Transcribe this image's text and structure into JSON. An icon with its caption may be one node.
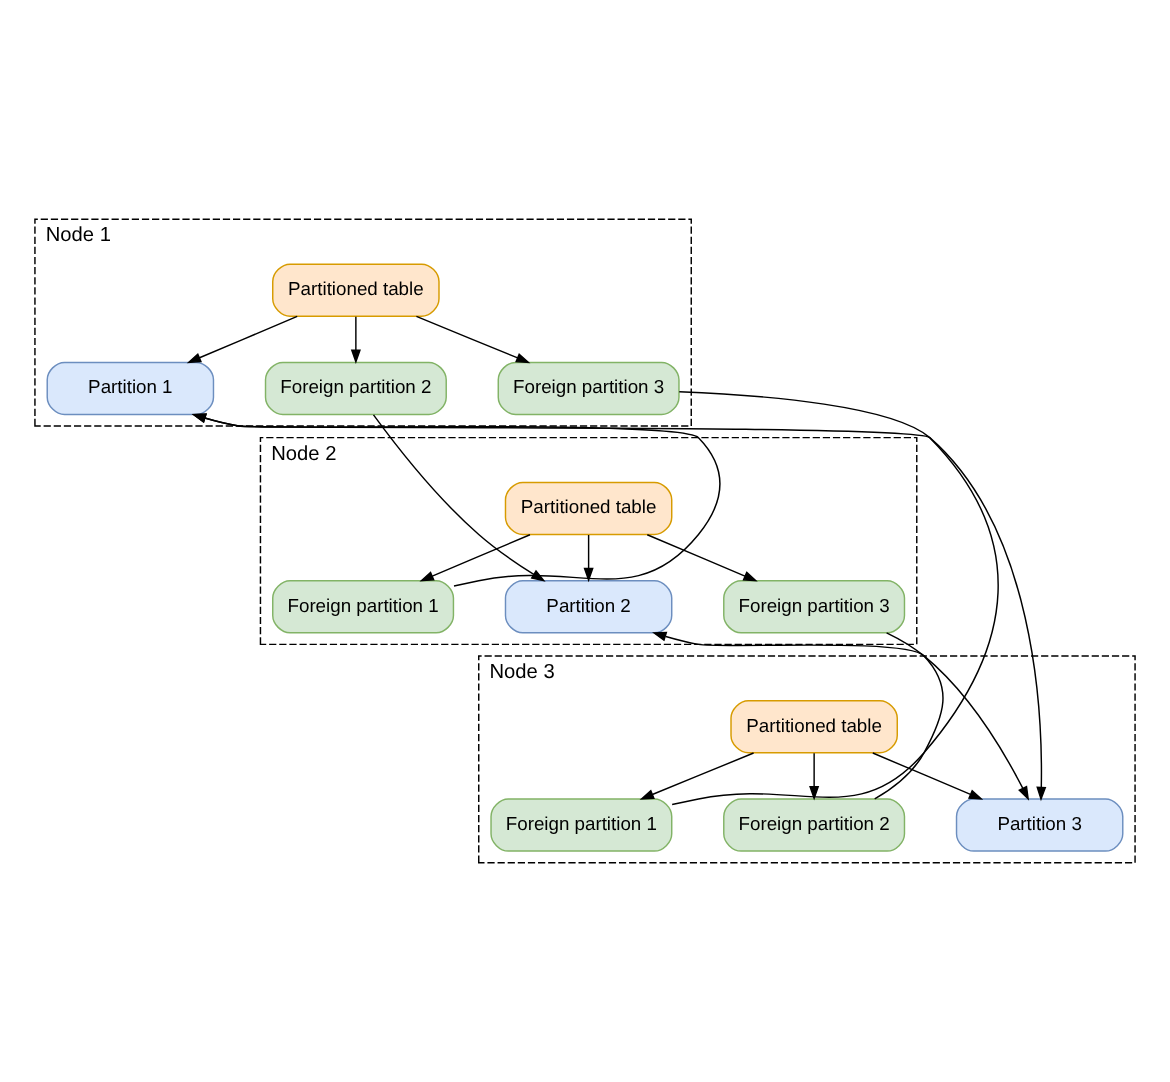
{
  "diagram": {
    "nodes": [
      {
        "text": [
          "Node 1"
        ]
      },
      {
        "text": [
          "Partitioned table"
        ],
        "in": 0
      },
      {
        "text": [
          "Partition 1"
        ],
        "in": 0
      },
      {
        "text": [
          "Foreign partition 2"
        ],
        "in": 0
      },
      {
        "text": [
          "Foreign partition 3"
        ],
        "in": 0
      },
      {
        "text": [
          "Node 2"
        ]
      },
      {
        "text": [
          "Partitioned table"
        ],
        "in": 5
      },
      {
        "text": [
          "Foreign partition 1"
        ],
        "in": 5
      },
      {
        "text": [
          "Partition 2"
        ],
        "in": 5
      },
      {
        "text": [
          "Foreign partition 3"
        ],
        "in": 5
      },
      {
        "text": [
          "Node 3"
        ]
      },
      {
        "text": [
          "Partitioned table"
        ],
        "in": 10
      },
      {
        "text": [
          "Foreign partition 1"
        ],
        "in": 10
      },
      {
        "text": [
          "Foreign partition 2"
        ],
        "in": 10
      },
      {
        "text": [
          "Partition 3"
        ],
        "in": 10
      }
    ],
    "edges": [
      {
        "from": 1,
        "to": 2,
        "arrow": "to"
      },
      {
        "from": 1,
        "to": 3,
        "arrow": "to"
      },
      {
        "from": 1,
        "to": 4,
        "arrow": "to"
      },
      {
        "from": 6,
        "to": 7,
        "arrow": "to"
      },
      {
        "from": 6,
        "to": 8,
        "arrow": "to"
      },
      {
        "from": 6,
        "to": 9,
        "arrow": "to"
      },
      {
        "from": 11,
        "to": 12,
        "arrow": "to"
      },
      {
        "from": 11,
        "to": 13,
        "arrow": "to"
      },
      {
        "from": 11,
        "to": 14,
        "arrow": "to"
      },
      {
        "from": 3,
        "to": 8,
        "arrow": "to"
      },
      {
        "from": 7,
        "to": 2,
        "arrow": "to"
      },
      {
        "from": 12,
        "to": 2,
        "arrow": "to"
      },
      {
        "from": 13,
        "to": 8,
        "arrow": "to"
      },
      {
        "from": 4,
        "to": 14,
        "arrow": "to"
      },
      {
        "from": 9,
        "to": 14,
        "arrow": "to"
      }
    ]
  }
}
